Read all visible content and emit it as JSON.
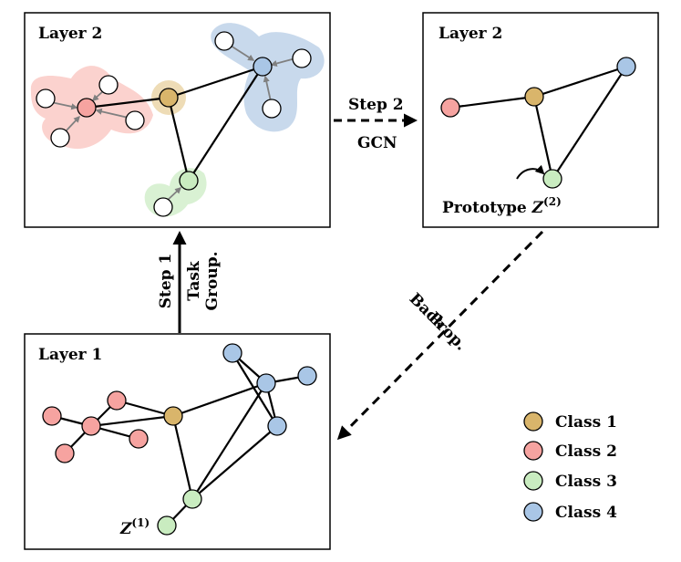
{
  "colors": {
    "class1": "#d9b56b",
    "class2": "#f6a3a0",
    "class3": "#c9ecc0",
    "class4": "#a9c6e6",
    "blob_class1": "#eedcb6",
    "blob_class2": "#fbd2ce",
    "blob_class3": "#d9f1d3",
    "blob_class4": "#c8d9ec",
    "unlabeled": "#ffffff",
    "stroke": "#000000",
    "arrow_gray": "#808080"
  },
  "panels": {
    "top_left_title": "Layer 2",
    "top_right_title": "Layer 2",
    "bottom_title": "Layer 1"
  },
  "steps": {
    "step2_label": "Step 2",
    "step2_method": "GCN",
    "step1_label": "Step 1",
    "step1_method_line1": "Task",
    "step1_method_line2": "Group.",
    "back_line1": "Back",
    "back_line2": "Prop."
  },
  "annotations": {
    "prototype_text": "Prototype ",
    "prototype_var": "Z",
    "prototype_sup": "(2)",
    "z1_var": "Z",
    "z1_sup": "(1)"
  },
  "legend": [
    {
      "label": "Class 1",
      "color_key": "class1"
    },
    {
      "label": "Class 2",
      "color_key": "class2"
    },
    {
      "label": "Class 3",
      "color_key": "class3"
    },
    {
      "label": "Class 4",
      "color_key": "class4"
    }
  ]
}
